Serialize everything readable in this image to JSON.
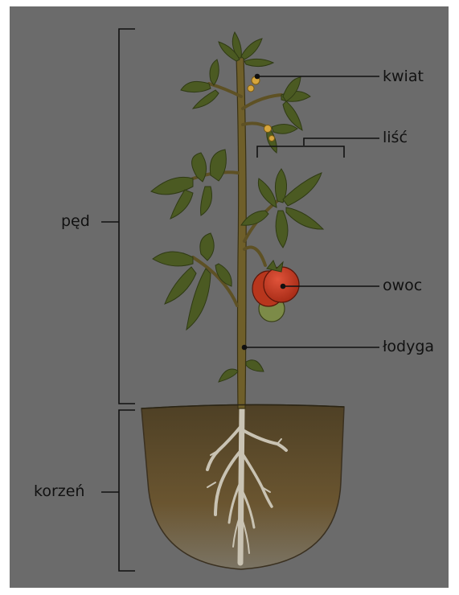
{
  "title": "",
  "colors": {
    "panel_background": "#6b6b6b",
    "stem": "#6d5d28",
    "leaf": "#4b5a22",
    "leaf_vein": "#2f3a14",
    "fruit": "#c2381e",
    "unripe_fruit": "#7a8a46",
    "soil_top": "#4e4025",
    "soil_bottom": "#8a7040",
    "root": "#c8c2b2",
    "label_line": "#111111"
  },
  "labels": {
    "kwiat": "kwiat",
    "lisc": "liść",
    "owoc": "owoc",
    "lodyga": "łodyga",
    "ped": "pęd",
    "korzen": "korzeń"
  }
}
